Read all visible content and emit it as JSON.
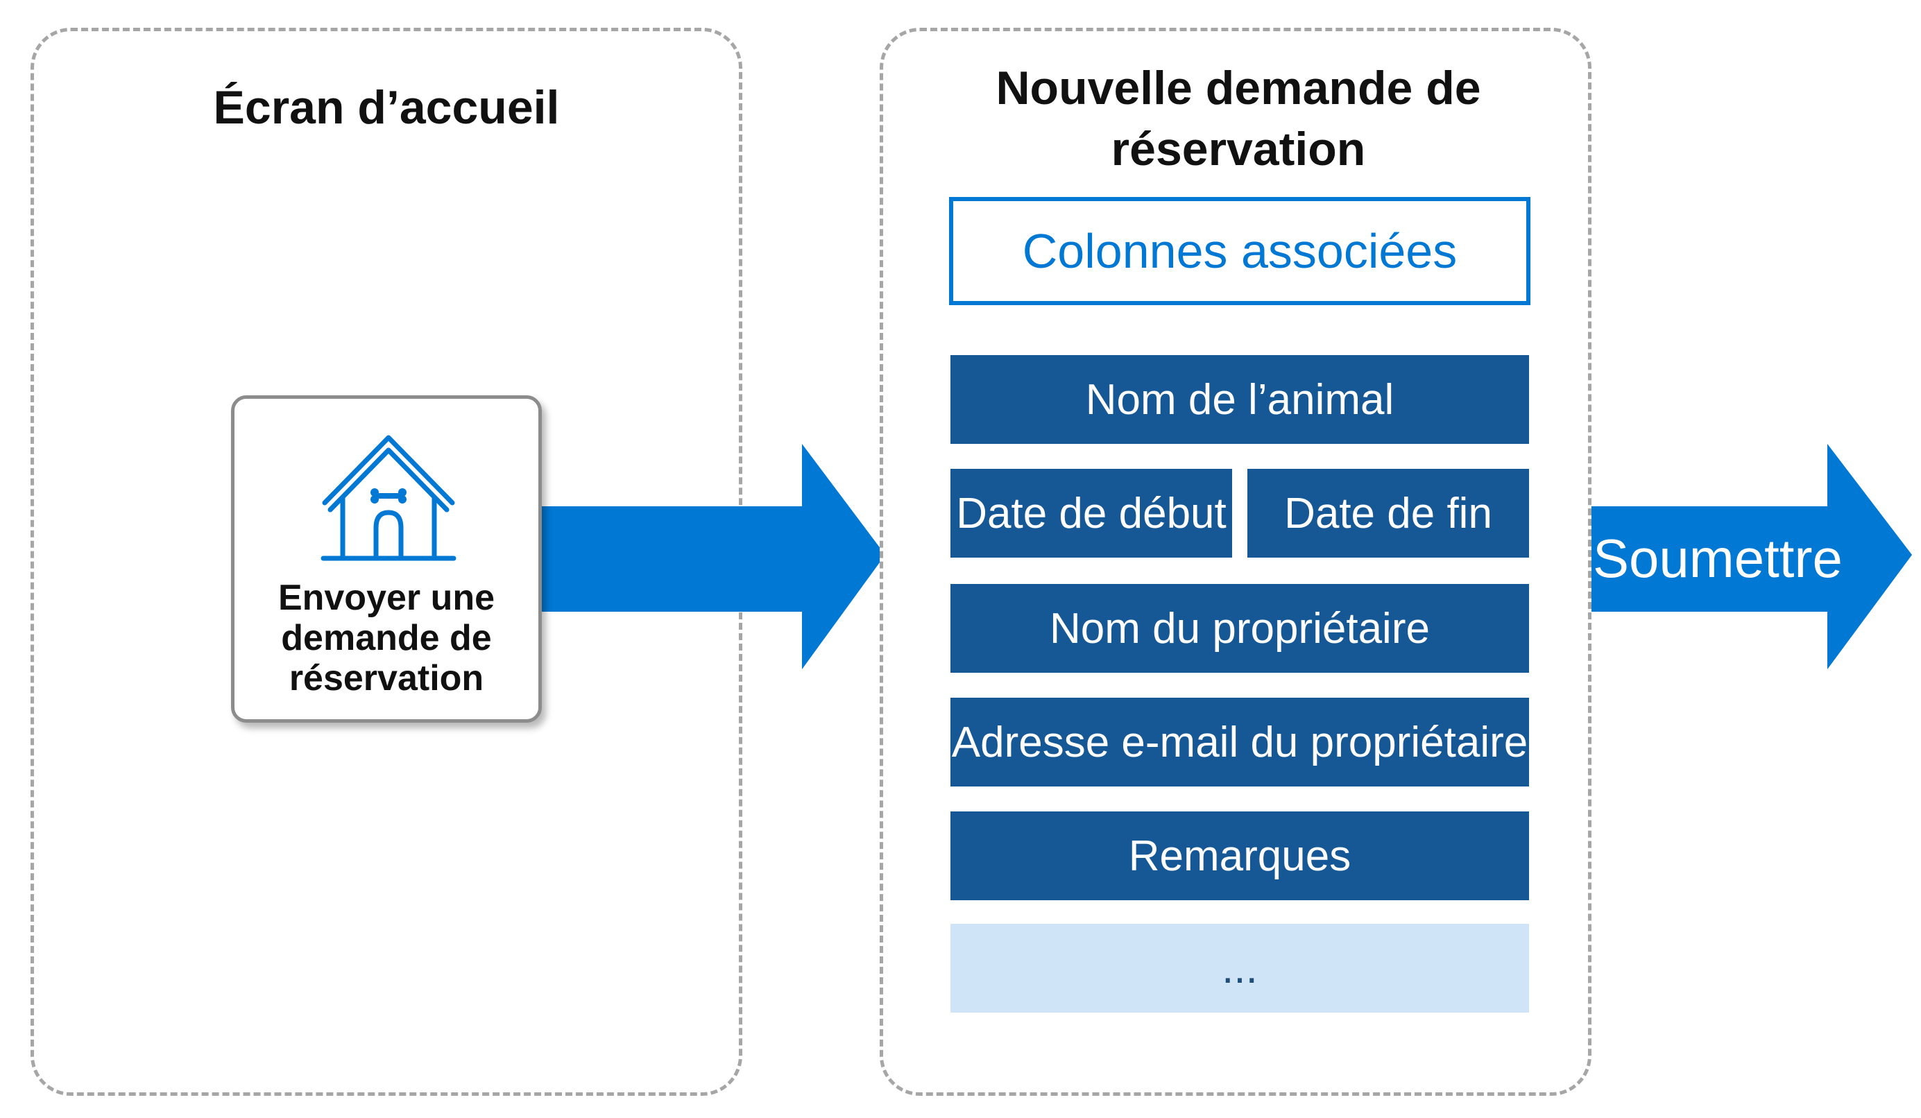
{
  "colors": {
    "accent_blue": "#0078d4",
    "field_blue": "#165796",
    "placeholder_blue": "#cfe4f6",
    "panel_border": "#a6a6a6"
  },
  "home_screen": {
    "title": "Écran d’accueil",
    "card": {
      "icon": "doghouse-icon",
      "label": "Envoyer une demande de réservation"
    }
  },
  "booking_form": {
    "title": "Nouvelle demande de réservation",
    "associated_columns_label": "Colonnes associées",
    "fields": {
      "pet_name": "Nom de l’animal",
      "start_date": "Date de début",
      "end_date": "Date de fin",
      "owner_name": "Nom du propriétaire",
      "owner_email": "Adresse e-mail du propriétaire",
      "notes": "Remarques",
      "more": "..."
    }
  },
  "submit": {
    "label": "Soumettre"
  }
}
